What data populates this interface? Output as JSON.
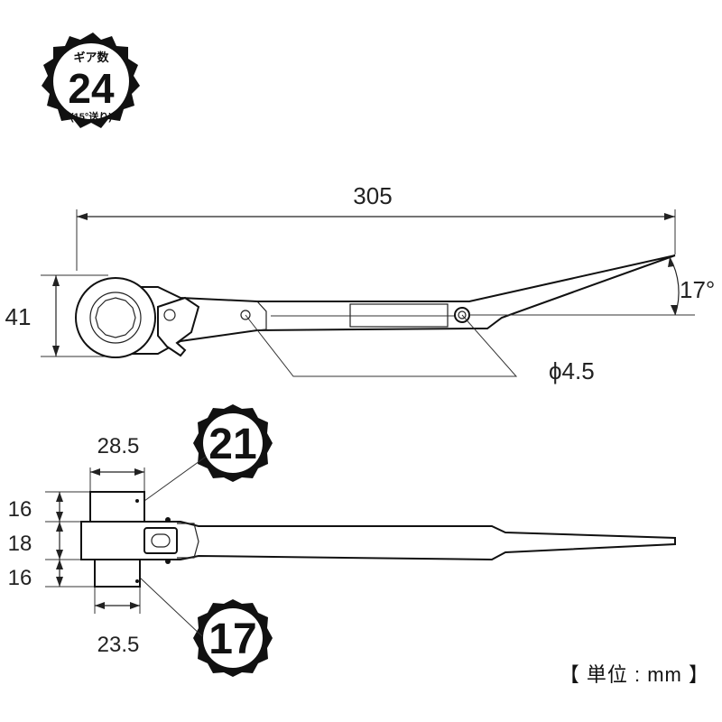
{
  "gear_badge": {
    "label": "ギア数",
    "count": "24",
    "note": "(15°送り)"
  },
  "dimensions": {
    "total_length": "305",
    "head_height": "41",
    "angle": "17°",
    "hole_diameter": "ϕ4.5",
    "socket_width_top": "28.5",
    "socket_width_bottom": "23.5",
    "thickness_top": "16",
    "thickness_middle": "18",
    "thickness_bottom": "16"
  },
  "socket_sizes": {
    "top": "21",
    "bottom": "17"
  },
  "unit_label": "【 単位 : mm 】"
}
